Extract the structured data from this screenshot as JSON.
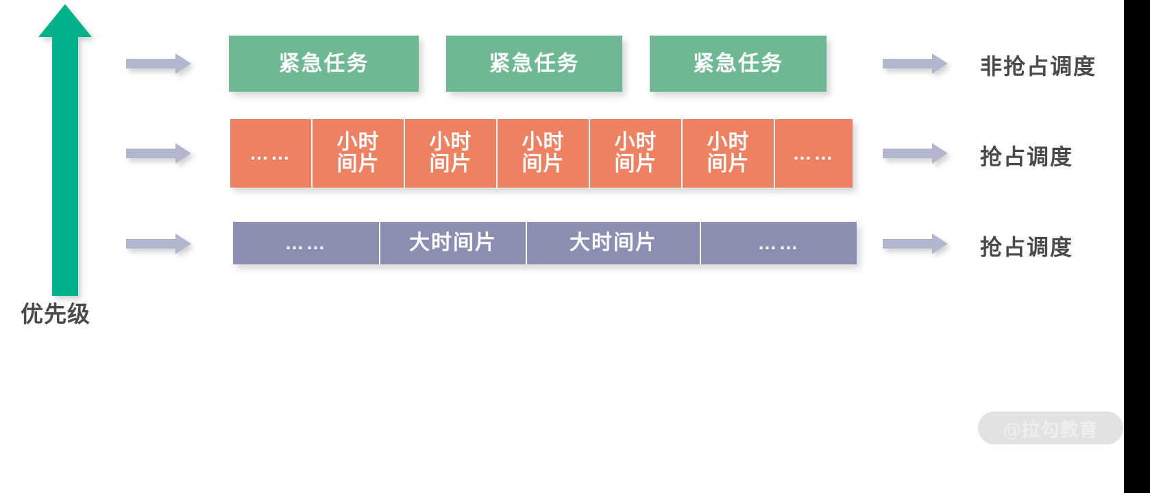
{
  "diagram": {
    "title_axis_label": "优先级",
    "colors": {
      "priority_arrow": "#00b289",
      "flow_arrow": "#b3b7ce",
      "green_row": "#6fb894",
      "orange_row": "#ef8163",
      "purple_row": "#8b90b2",
      "label_text": "#4a4a4a",
      "background": "#ffffff",
      "right_band": "#000000",
      "watermark_pill": "#e2e2e2",
      "watermark_text": "#efefef"
    },
    "ellipsis_glyph": "……"
  },
  "rows": [
    {
      "id": "urgent-tasks",
      "kind": "green",
      "flow_arrow_name": "flow-arrow-urgent",
      "cells": [
        {
          "label": "紧急任务",
          "type": "task"
        },
        {
          "label": "紧急任务",
          "type": "task"
        },
        {
          "label": "紧急任务",
          "type": "task"
        }
      ],
      "side_label": "非抢占调度"
    },
    {
      "id": "small-time-slices",
      "kind": "orange",
      "flow_arrow_name": "flow-arrow-small-slice",
      "cells": [
        {
          "label": "……",
          "type": "ellipsis"
        },
        {
          "label": "小时\n间片",
          "type": "slice"
        },
        {
          "label": "小时\n间片",
          "type": "slice"
        },
        {
          "label": "小时\n间片",
          "type": "slice"
        },
        {
          "label": "小时\n间片",
          "type": "slice"
        },
        {
          "label": "小时\n间片",
          "type": "slice"
        },
        {
          "label": "……",
          "type": "ellipsis"
        }
      ],
      "side_label": "抢占调度"
    },
    {
      "id": "large-time-slices",
      "kind": "purple",
      "flow_arrow_name": "flow-arrow-large-slice",
      "cells": [
        {
          "label": "……",
          "type": "ellipsis"
        },
        {
          "label": "大时间片",
          "type": "slice"
        },
        {
          "label": "大时间片",
          "type": "slice"
        },
        {
          "label": "……",
          "type": "ellipsis"
        }
      ],
      "side_label": "抢占调度"
    }
  ],
  "watermark": {
    "text": "@拉勾教育"
  }
}
